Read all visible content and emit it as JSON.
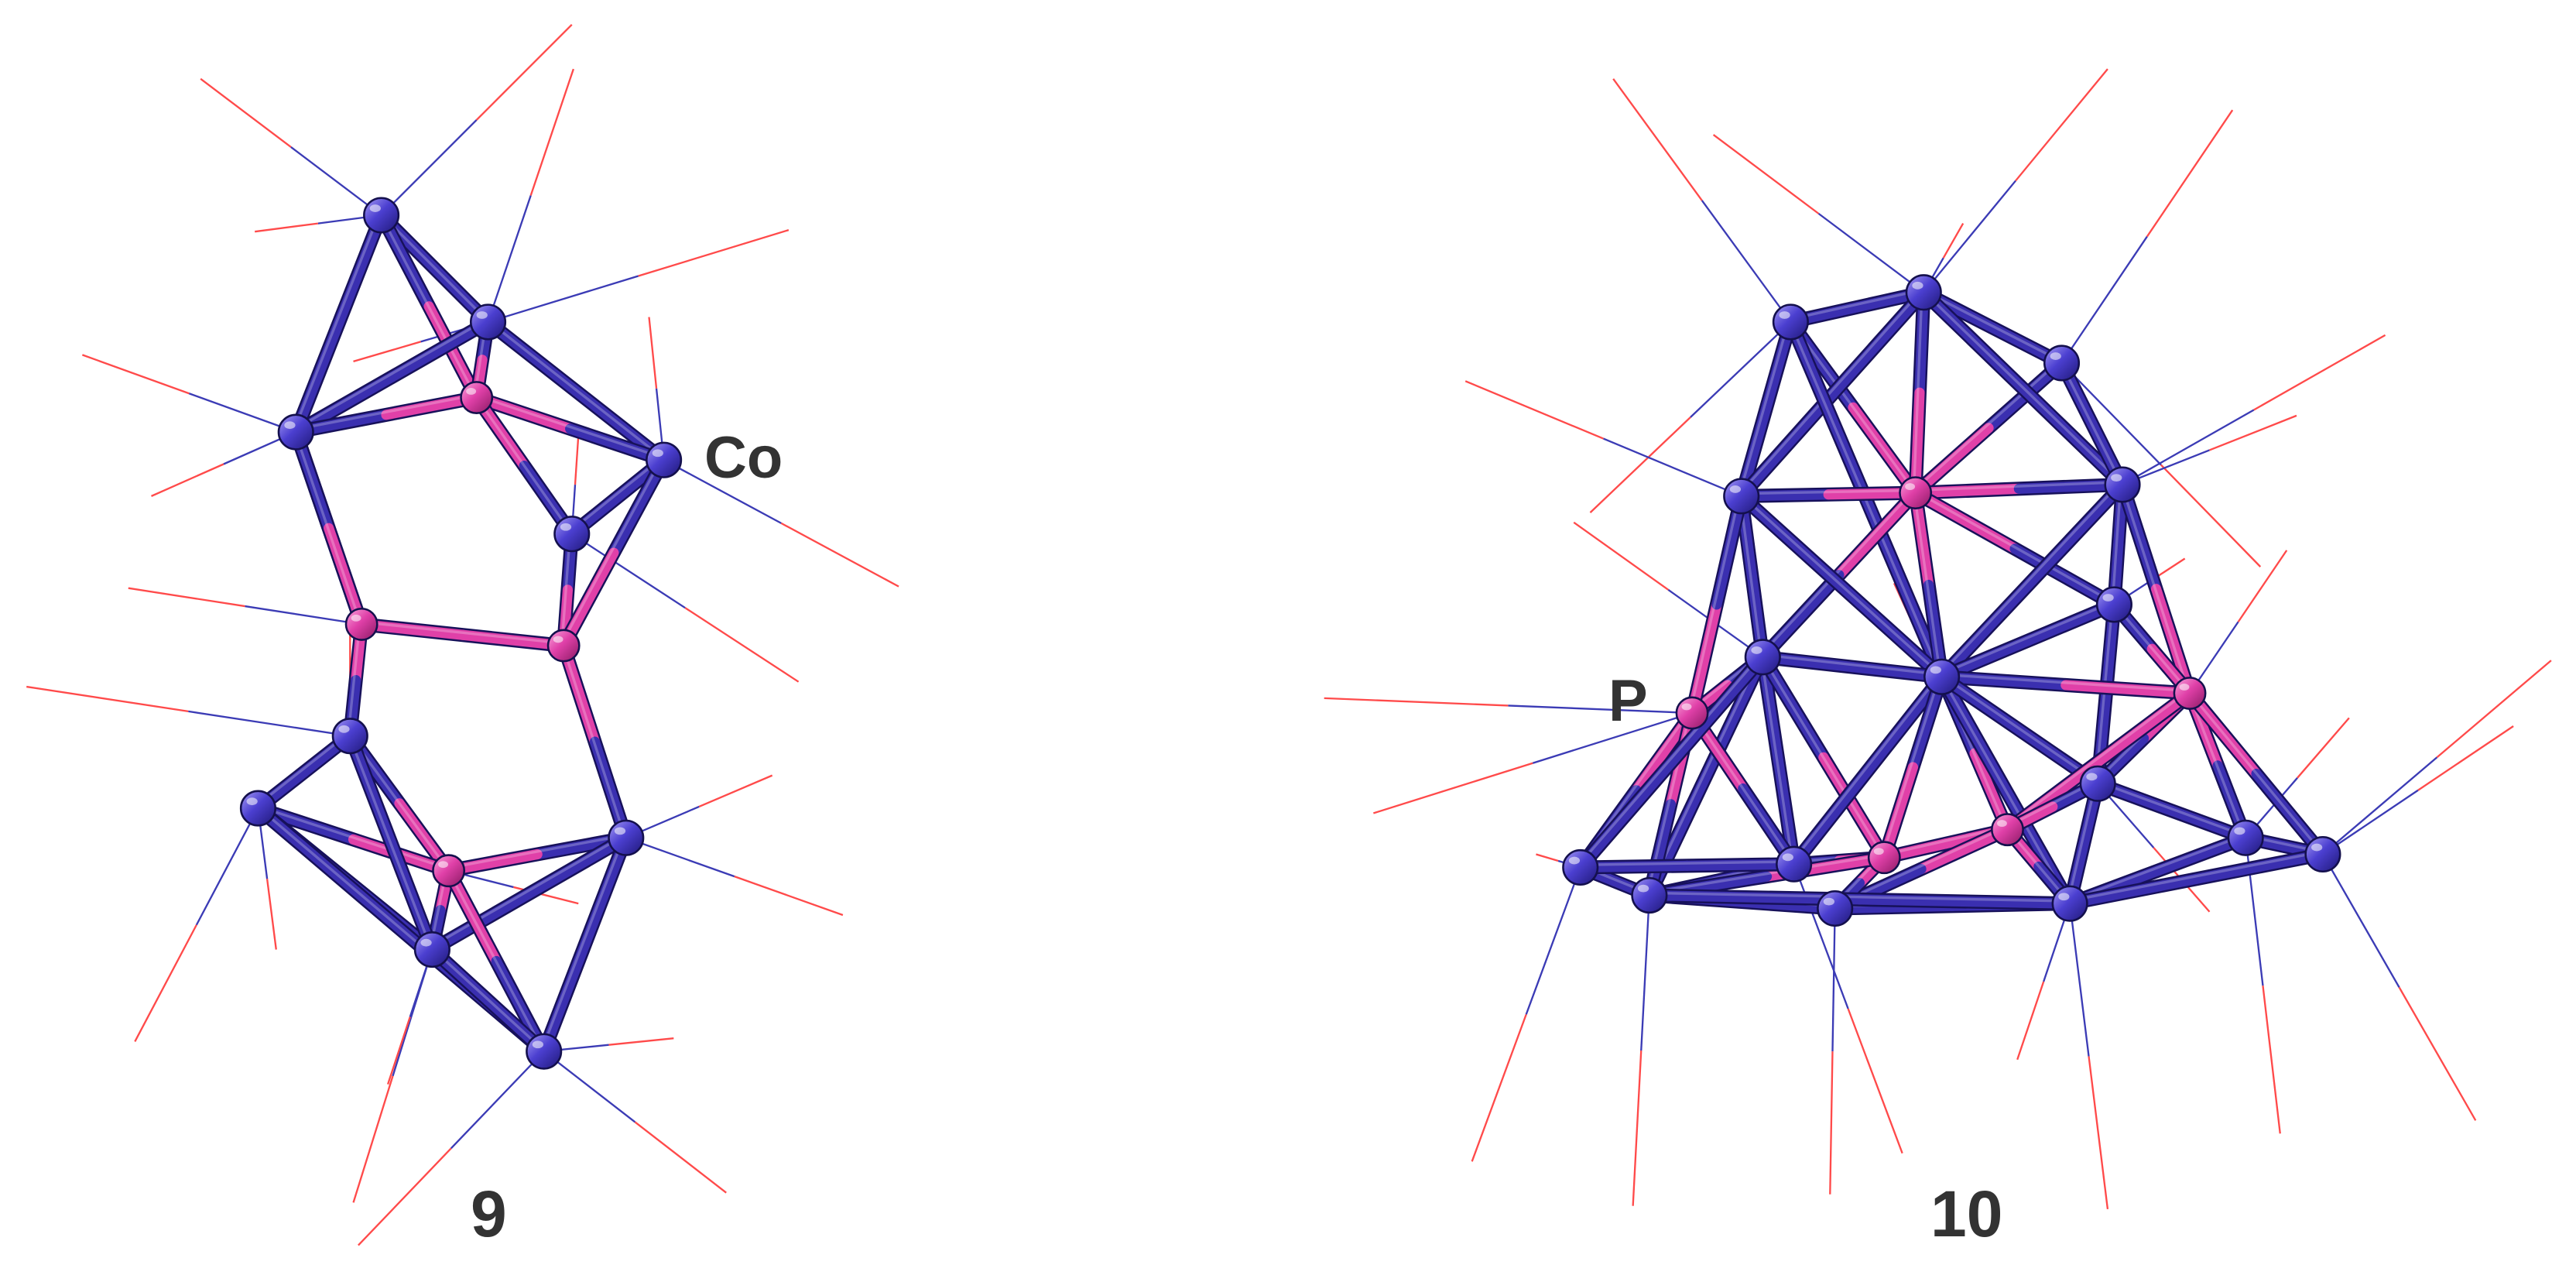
{
  "figure": {
    "element_labels": {
      "cobalt": "Co",
      "phosphorus": "P"
    },
    "compound_labels": {
      "left": "9",
      "right": "10"
    },
    "colors": {
      "cobalt_atom": "#3a2fb0",
      "phosphorus_atom": "#e040a8",
      "ligand_near": "#3b3bb5",
      "ligand_far": "#ff4a4a",
      "label_text": "#333333",
      "background": "#ffffff"
    }
  }
}
